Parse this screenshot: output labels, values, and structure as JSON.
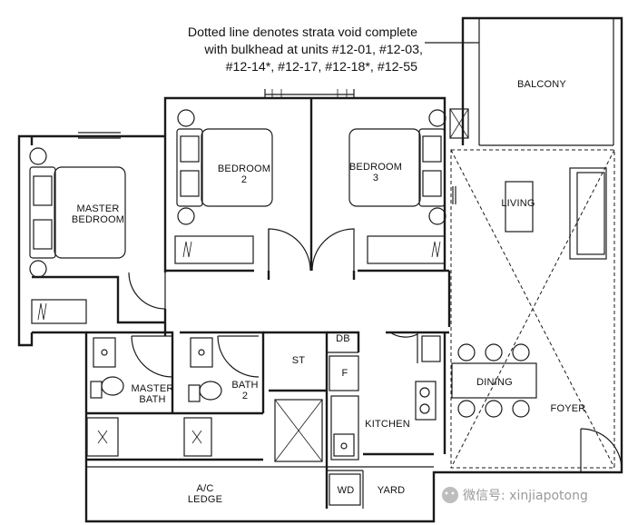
{
  "note": {
    "line1": "Dotted line denotes strata void complete",
    "line2": "with bulkhead at units #12-01, #12-03,",
    "line3": "#12-14*, #12-17, #12-18*, #12-55"
  },
  "rooms": {
    "balcony": "BALCONY",
    "bedroom2_a": "BEDROOM",
    "bedroom2_b": "2",
    "bedroom3_a": "BEDROOM",
    "bedroom3_b": "3",
    "master_a": "MASTER",
    "master_b": "BEDROOM",
    "living": "LIVING",
    "dining": "DINING",
    "foyer": "FOYER",
    "master_bath_a": "MASTER",
    "master_bath_b": "BATH",
    "bath2_a": "BATH",
    "bath2_b": "2",
    "st": "ST",
    "db": "DB",
    "fridge": "F",
    "kitchen": "KITCHEN",
    "wd": "WD",
    "yard": "YARD",
    "ac_a": "A/C",
    "ac_b": "LEDGE"
  },
  "watermark": "微信号: xinjiapotong",
  "colors": {
    "wall": "#1a1a1a",
    "watermark": "#9a9a9a"
  }
}
